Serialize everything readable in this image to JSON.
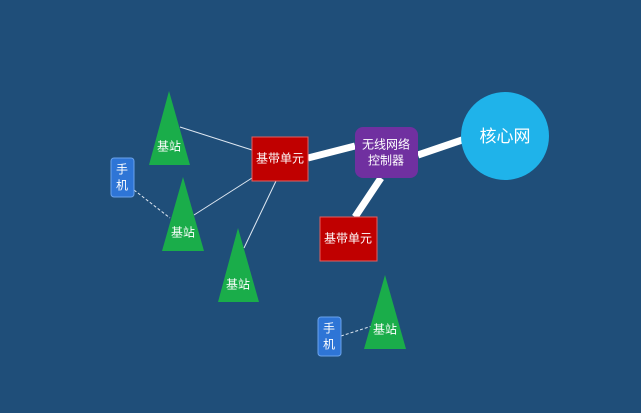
{
  "colors": {
    "background": "#1f4e79",
    "tower": "#1aad4a",
    "bbu": "#c00000",
    "rnc": "#7030a0",
    "core": "#1fb3ea",
    "phone": "#2e75d6",
    "line": "#ffffff"
  },
  "core": {
    "label": "核心网"
  },
  "rnc": {
    "line1": "无线网络",
    "line2": "控制器"
  },
  "bbu_1": {
    "label": "基带单元"
  },
  "bbu_2": {
    "label": "基带单元"
  },
  "stations": [
    {
      "label": "基站"
    },
    {
      "label": "基站"
    },
    {
      "label": "基站"
    },
    {
      "label": "基站"
    }
  ],
  "phones": [
    {
      "line1": "手",
      "line2": "机"
    },
    {
      "line1": "手",
      "line2": "机"
    }
  ]
}
